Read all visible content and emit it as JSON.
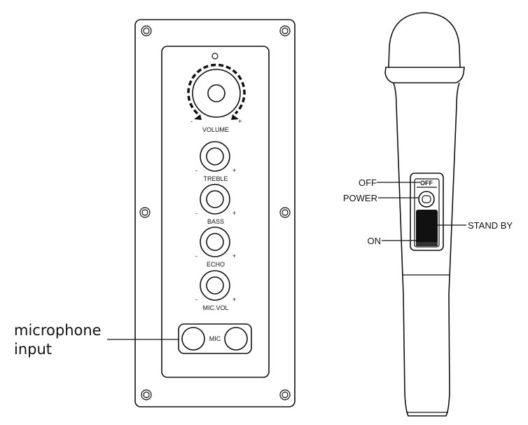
{
  "panel": {
    "knobs": [
      {
        "label": "VOLUME",
        "minus": "-",
        "plus": "+"
      },
      {
        "label": "TREBLE",
        "minus": "-",
        "plus": "+"
      },
      {
        "label": "BASS",
        "minus": "-",
        "plus": "+"
      },
      {
        "label": "ECHO",
        "minus": "-",
        "plus": "+"
      },
      {
        "label": "MIC.VOL",
        "minus": "-",
        "plus": "+"
      }
    ],
    "mic_jack_label": "MIC",
    "callout": {
      "line1": "microphone",
      "line2": "input"
    }
  },
  "microphone": {
    "switch_window_text": "OFF",
    "labels": {
      "off": "OFF",
      "power": "POWER",
      "on": "ON",
      "stand_by": "STAND BY"
    }
  }
}
